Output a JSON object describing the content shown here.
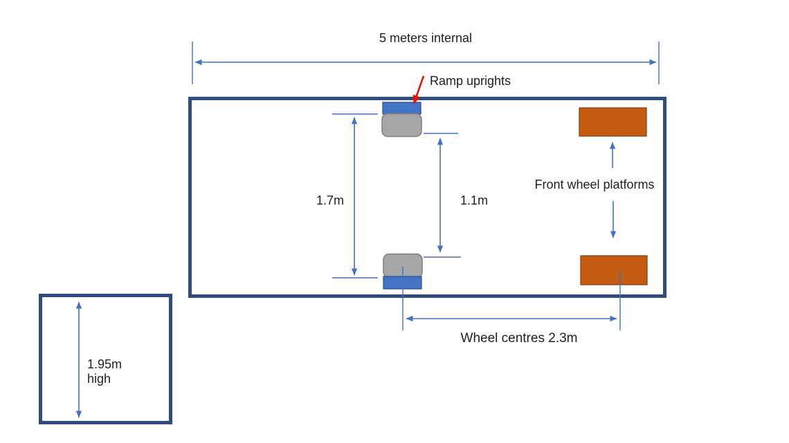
{
  "diagram": {
    "type": "trailer-internal-floorplan",
    "labels": {
      "internal_length": "5 meters internal",
      "ramp_uprights": "Ramp uprights",
      "upright_span": "1.7m",
      "inner_span": "1.1m",
      "front_wheel_platforms": "Front wheel platforms",
      "wheel_centres": "Wheel centres 2.3m",
      "height_value": "1.95m",
      "height_unit": "high"
    },
    "measurements": {
      "internal_length": "5 meters internal",
      "upright_spacing": "1.7m",
      "inner_upright_gap": "1.1m",
      "wheel_centres": "2.3m",
      "internal_height": "1.95m high"
    },
    "colors": {
      "outline_navy": "#2E4C7E",
      "dimension_blue": "#4472C4",
      "upright_blue": "#4472C4",
      "upright_blue_border": "#2F5496",
      "upright_gray": "#A6A6A6",
      "upright_gray_border": "#7F7F7F",
      "platform_orange": "#C55A11",
      "platform_orange_border": "#843C0C",
      "leader_red": "#E51400",
      "text": "#1F1F1F"
    }
  }
}
